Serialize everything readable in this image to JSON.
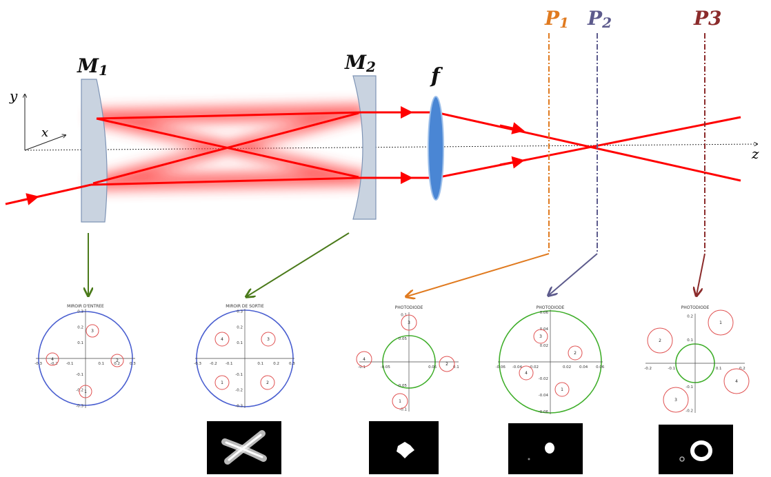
{
  "labels": {
    "m1": "M1",
    "m2": "M2",
    "lens": "f",
    "p1": "P1",
    "p2": "P2",
    "p3": "P3",
    "axis_x": "x",
    "axis_y": "y",
    "axis_z": "z"
  },
  "colors": {
    "beam": "#ff0000",
    "mirror": "#c9d3e0",
    "lens": "#4a86d4",
    "p1": "#e07a1f",
    "p2": "#5c5a8c",
    "p3": "#8b2b2b",
    "arrow_m": "#4a7a1a",
    "circle_blue": "#4a5fd0",
    "circle_green": "#3fae2a",
    "spot": "#e05050"
  },
  "panels": [
    {
      "title": "MIROIR D'ENTREE",
      "ring": "blue",
      "xticks": [
        "-0.3",
        "-0.2",
        "-0.1",
        "0.1",
        "0.2",
        "0.3"
      ],
      "yticks": [
        "0.3",
        "0.2",
        "0.1",
        "-0.1",
        "-0.2",
        "-0.3"
      ],
      "spots": [
        "3",
        "2",
        "1",
        "4"
      ]
    },
    {
      "title": "MIROIR DE SORTIE",
      "ring": "blue",
      "xticks": [
        "-0.3",
        "-0.2",
        "-0.1",
        "0.1",
        "0.2",
        "0.3"
      ],
      "yticks": [
        "0.3",
        "0.2",
        "0.1",
        "-0.1",
        "-0.2",
        "-0.3"
      ],
      "spots": [
        "4",
        "3",
        "1",
        "2"
      ]
    },
    {
      "title": "PHOTODIODE",
      "ring": "green",
      "xticks": [
        "-0.1",
        "-0.05",
        "0.05",
        "0.1"
      ],
      "yticks": [
        "0.1",
        "0.05",
        "-0.05",
        "-0.1"
      ],
      "spots": [
        "3",
        "4",
        "2",
        "1"
      ]
    },
    {
      "title": "PHOTODIODE",
      "ring": "green",
      "xticks": [
        "-0.06",
        "-0.04",
        "-0.02",
        "0.02",
        "0.04",
        "0.06"
      ],
      "yticks": [
        "0.06",
        "0.04",
        "0.02",
        "-0.02",
        "-0.04",
        "-0.06"
      ],
      "spots": [
        "3",
        "2",
        "4",
        "1"
      ]
    },
    {
      "title": "PHOTODIODE",
      "ring": "green",
      "xticks": [
        "-0.2",
        "-0.1",
        "0.1",
        "0.2"
      ],
      "yticks": [
        "0.2",
        "0.1",
        "-0.1",
        "-0.2"
      ],
      "spots": [
        "1",
        "2",
        "4",
        "3"
      ]
    }
  ]
}
